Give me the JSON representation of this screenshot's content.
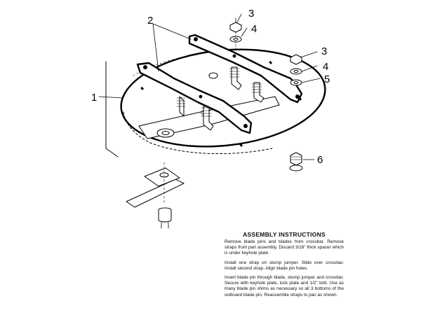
{
  "callouts": {
    "c1": "1",
    "c2": "2",
    "c3a": "3",
    "c3b": "3",
    "c4a": "4",
    "c4b": "4",
    "c5": "5",
    "c6": "6"
  },
  "instructions": {
    "title": "ASSEMBLY INSTRUCTIONS",
    "para1": "Remove blade pins and blades from crossbar. Remove straps from part assembly. Discard 3/16\" thick spacer which is under keyhole plate.",
    "para2": "Install one strap on stump jumper. Slide over crossbar. Install second strap. Align blade pin holes.",
    "para3": "Insert blade pin through blade, stump jumper and crossbar. Secure with keyhole plate, lock plate and 1/2\" bolt. Use as many blade pin shims as necessary so all 3 bottoms of the outboard blade pin. Reassemble straps to pan as shown."
  }
}
